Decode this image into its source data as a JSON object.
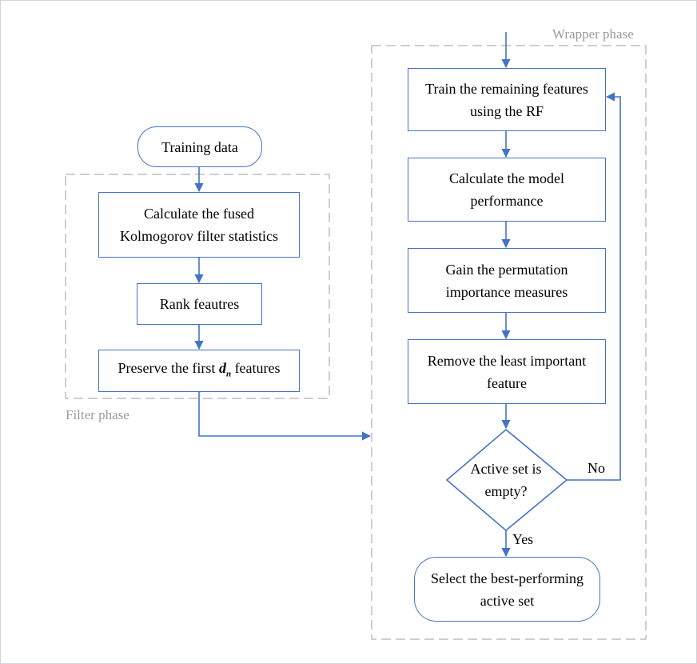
{
  "phases": {
    "filter_label": "Filter phase",
    "wrapper_label": "Wrapper phase"
  },
  "nodes": {
    "training_data": "Training data",
    "fused_stats_line1": "Calculate the fused",
    "fused_stats_line2": "Kolmogorov filter statistics",
    "rank": "Rank feautres",
    "preserve_prefix": "Preserve the first",
    "preserve_var": "d",
    "preserve_sub": "n",
    "preserve_suffix": "features",
    "train_line1": "Train the remaining features",
    "train_line2": "using the RF",
    "perf_line1": "Calculate the model",
    "perf_line2": "performance",
    "perm_line1": "Gain the permutation",
    "perm_line2": "importance measures",
    "remove_line1": "Remove the least important",
    "remove_line2": "feature",
    "decision_line1": "Active set is",
    "decision_line2": "empty?",
    "select_line1": "Select the best-performing",
    "select_line2": "active set"
  },
  "edges": {
    "no_label": "No",
    "yes_label": "Yes"
  },
  "colors": {
    "accent": "#4472c4",
    "phase_border": "#bfbfbf",
    "phase_text": "#9a9a9a"
  }
}
